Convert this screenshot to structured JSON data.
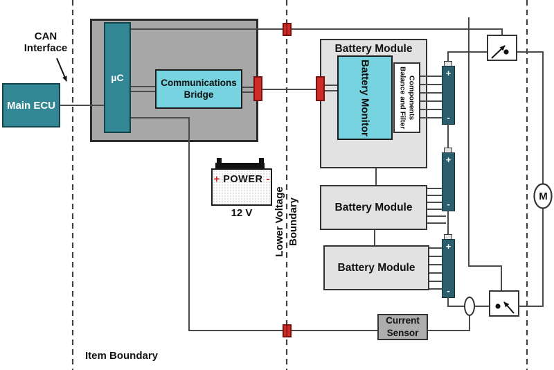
{
  "diagram": {
    "can_interface_label": "CAN\nInterface",
    "item_boundary_label": "Item Boundary",
    "lower_voltage_boundary_label": "Lower Voltage\nBoundary",
    "main_ecu": {
      "label": "Main ECU"
    },
    "ecu_unit": {
      "microcontroller_label": "µC",
      "comm_bridge_label": "Communications\nBridge"
    },
    "power_supply": {
      "plus": "+",
      "label": "POWER",
      "minus": "-",
      "voltage": "12 V"
    },
    "battery_modules": [
      {
        "title": "Battery Module",
        "monitor_label": "Battery Monitor",
        "balance_filter_label": "Balance and Filter\nComponents"
      },
      {
        "title": "Battery Module"
      },
      {
        "title": "Battery Module"
      }
    ],
    "battery_cell": {
      "plus": "+",
      "minus": "-"
    },
    "current_sensor_label": "Current\nSensor",
    "motor_label": "M",
    "colors": {
      "teal": "#338795",
      "cyan": "#77d3df",
      "cell_teal": "#2c5f6e",
      "connector_red": "#cf2b27",
      "container_gray": "#a7a7a7",
      "module_gray": "#e2e2e2",
      "wire_gray": "#4a4a4a"
    }
  }
}
